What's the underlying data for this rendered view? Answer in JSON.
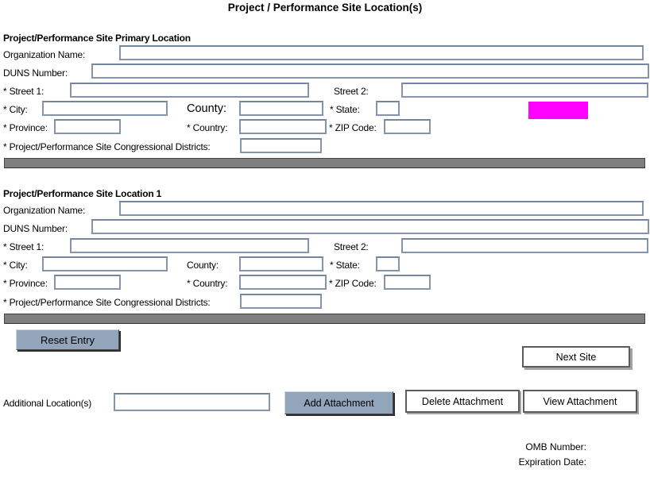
{
  "page_title": "Project / Performance Site Location(s)",
  "sections": [
    {
      "header": "Project/Performance Site Primary Location"
    },
    {
      "header": "Project/Performance Site Location 1"
    }
  ],
  "field_labels": {
    "organization_name": "Organization Name:",
    "duns_number": "DUNS Number:",
    "street1": "* Street 1:",
    "street2": "Street 2:",
    "city": "* City:",
    "county": "County:",
    "state": "* State:",
    "province": "* Province:",
    "country": "* Country:",
    "zip_code": "* ZIP Code:",
    "congressional_districts": "* Project/Performance Site Congressional Districts:"
  },
  "inputs": {
    "default_value": ""
  },
  "buttons": {
    "reset_entry": "Reset Entry",
    "next_site": "Next Site",
    "add_attachment": "Add Attachment",
    "delete_attachment": "Delete Attachment",
    "view_attachment": "View Attachment"
  },
  "additional_locations": {
    "label": "Additional Location(s)"
  },
  "footer": {
    "omb_number": "OMB Number:",
    "expiration_date": "Expiration Date:"
  },
  "colors": {
    "button_blue": "#93a5ba",
    "magenta_highlight": "#ff00ff",
    "section_bar": "#7f7f7f",
    "input_border": "#8394ab"
  }
}
